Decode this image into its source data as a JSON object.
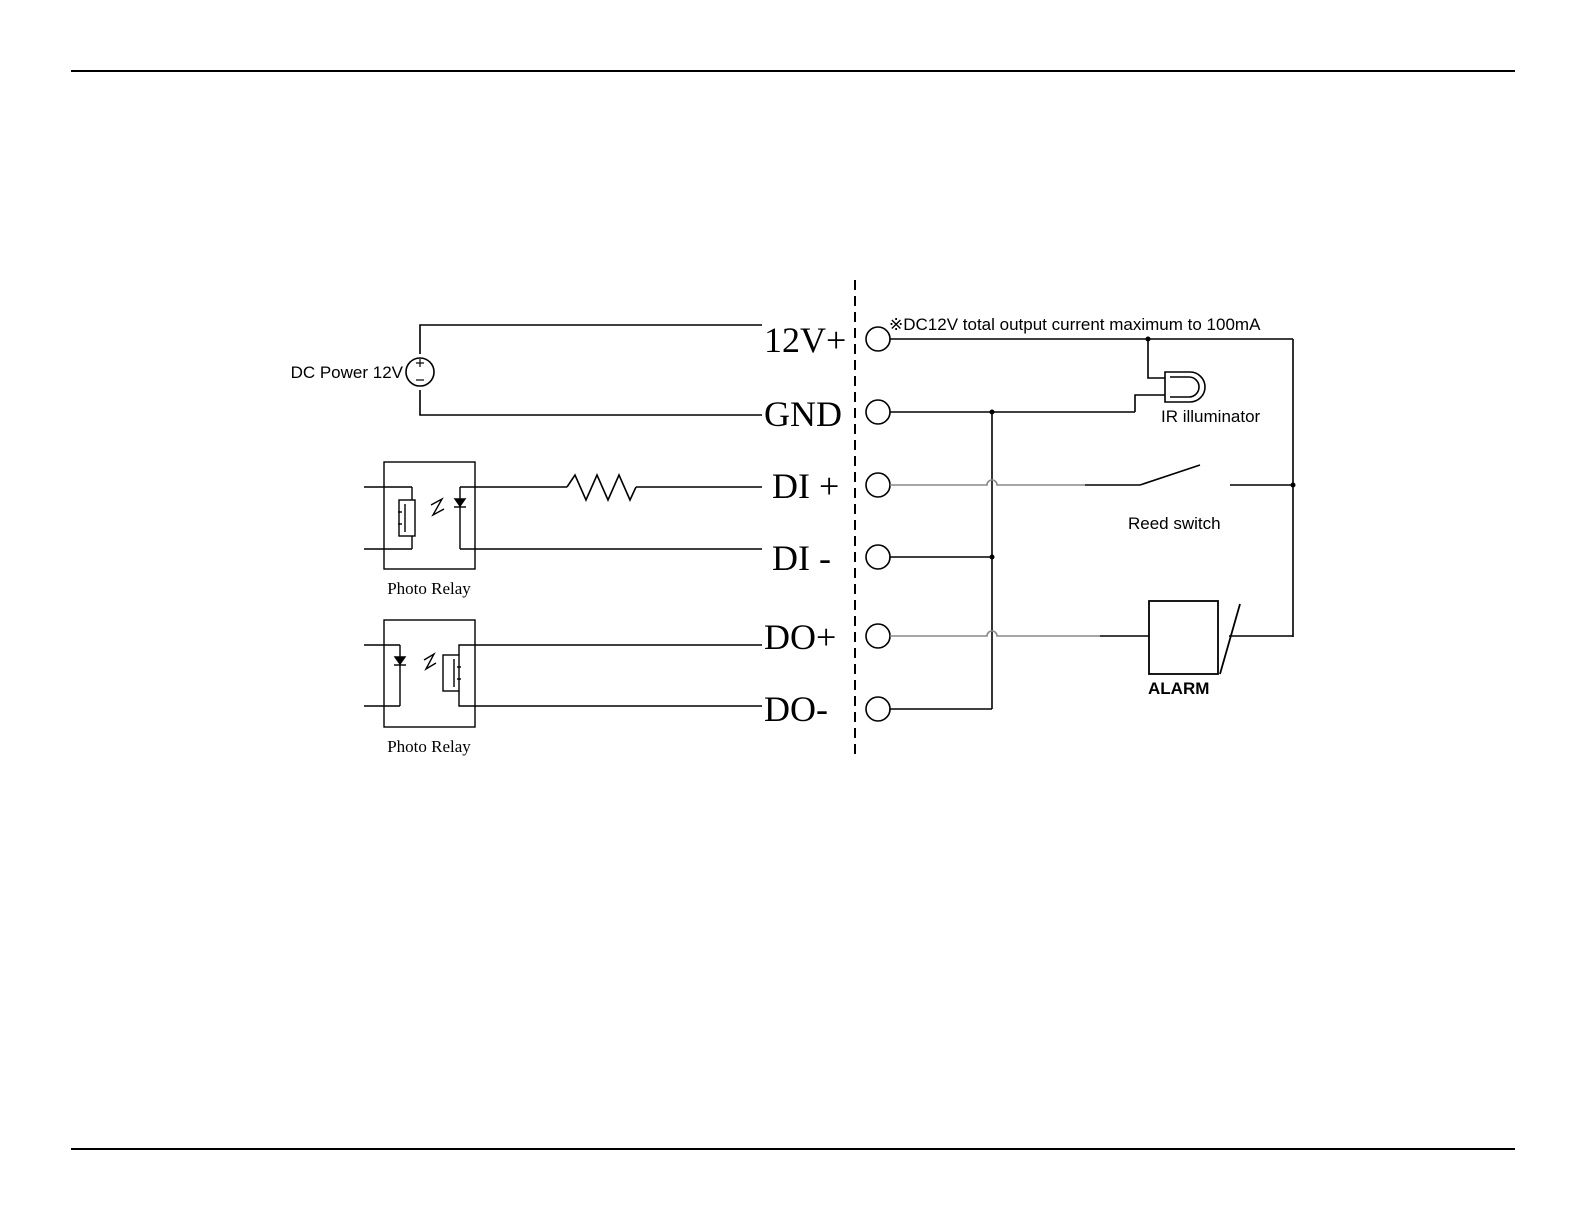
{
  "labels": {
    "dc_power": "DC Power 12V",
    "note": "※DC12V total output current maximum to 100mA",
    "ir_illuminator": "IR illuminator",
    "reed_switch": "Reed switch",
    "alarm": "ALARM",
    "photo_relay_1": "Photo Relay",
    "photo_relay_2": "Photo Relay"
  },
  "terminals": [
    {
      "label": "12V+"
    },
    {
      "label": "GND"
    },
    {
      "label": "DI +"
    },
    {
      "label": "DI -"
    },
    {
      "label": "DO+"
    },
    {
      "label": "DO-"
    }
  ]
}
